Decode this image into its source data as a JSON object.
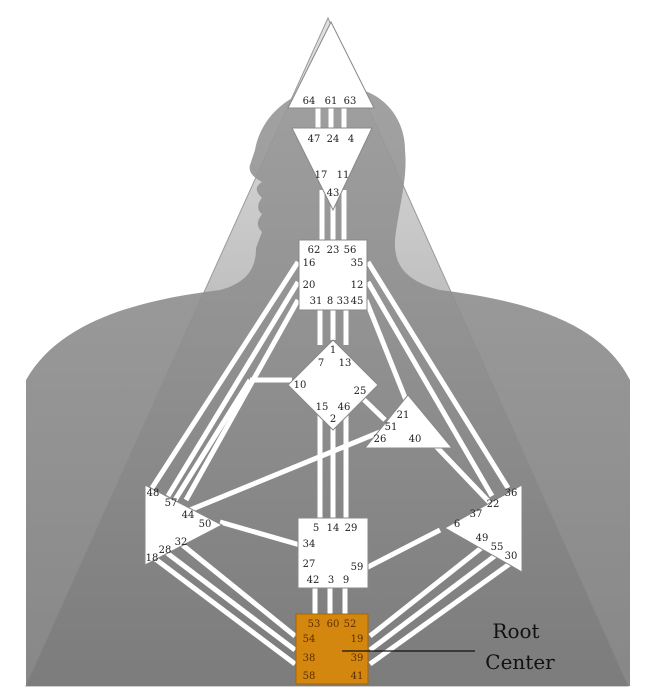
{
  "annotation": {
    "line1": "Root",
    "line2": "Center"
  },
  "colors": {
    "background": "#ffffff",
    "silhouette": "#8a8a8a",
    "triangle_light": "#d8d8d8",
    "triangle_dark": "#7a7a7a",
    "channel": "#ffffff",
    "center_fill": "#ffffff",
    "root_fill": "#d4870e",
    "root_text": "#5a2e00"
  },
  "centers": {
    "head": {
      "gates": [
        "64",
        "61",
        "63"
      ]
    },
    "ajna": {
      "gates": [
        "47",
        "24",
        "4",
        "17",
        "11",
        "43"
      ]
    },
    "throat": {
      "gates": [
        "62",
        "23",
        "56",
        "16",
        "35",
        "20",
        "12",
        "31",
        "8",
        "33",
        "45"
      ]
    },
    "g": {
      "gates": [
        "1",
        "7",
        "13",
        "10",
        "25",
        "15",
        "46",
        "2"
      ]
    },
    "ego": {
      "gates": [
        "21",
        "51",
        "26",
        "40"
      ]
    },
    "spleen": {
      "gates": [
        "48",
        "57",
        "44",
        "50",
        "32",
        "28",
        "18"
      ]
    },
    "solar_plexus": {
      "gates": [
        "36",
        "22",
        "37",
        "6",
        "49",
        "55",
        "30"
      ]
    },
    "sacral": {
      "gates": [
        "5",
        "14",
        "29",
        "34",
        "27",
        "59",
        "42",
        "3",
        "9"
      ]
    },
    "root": {
      "gates": [
        "53",
        "60",
        "52",
        "54",
        "19",
        "38",
        "39",
        "58",
        "41"
      ]
    }
  }
}
